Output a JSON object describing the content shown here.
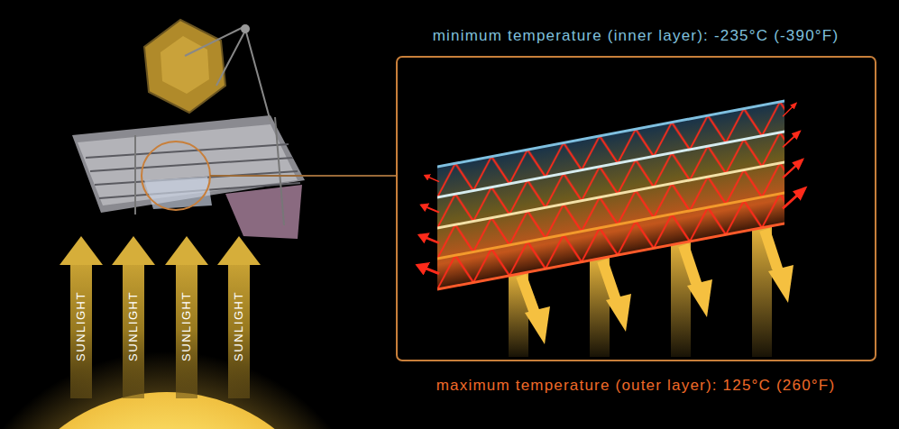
{
  "diagram": {
    "labels": [
      "minimum temperature (inner layer): -235°C (-390°F)",
      "SUNLIGHT",
      "SUNLIGHT",
      "SUNLIGHT",
      "SUNLIGHT",
      "maximum temperature (outer layer): 125°C (260°F)"
    ]
  }
}
